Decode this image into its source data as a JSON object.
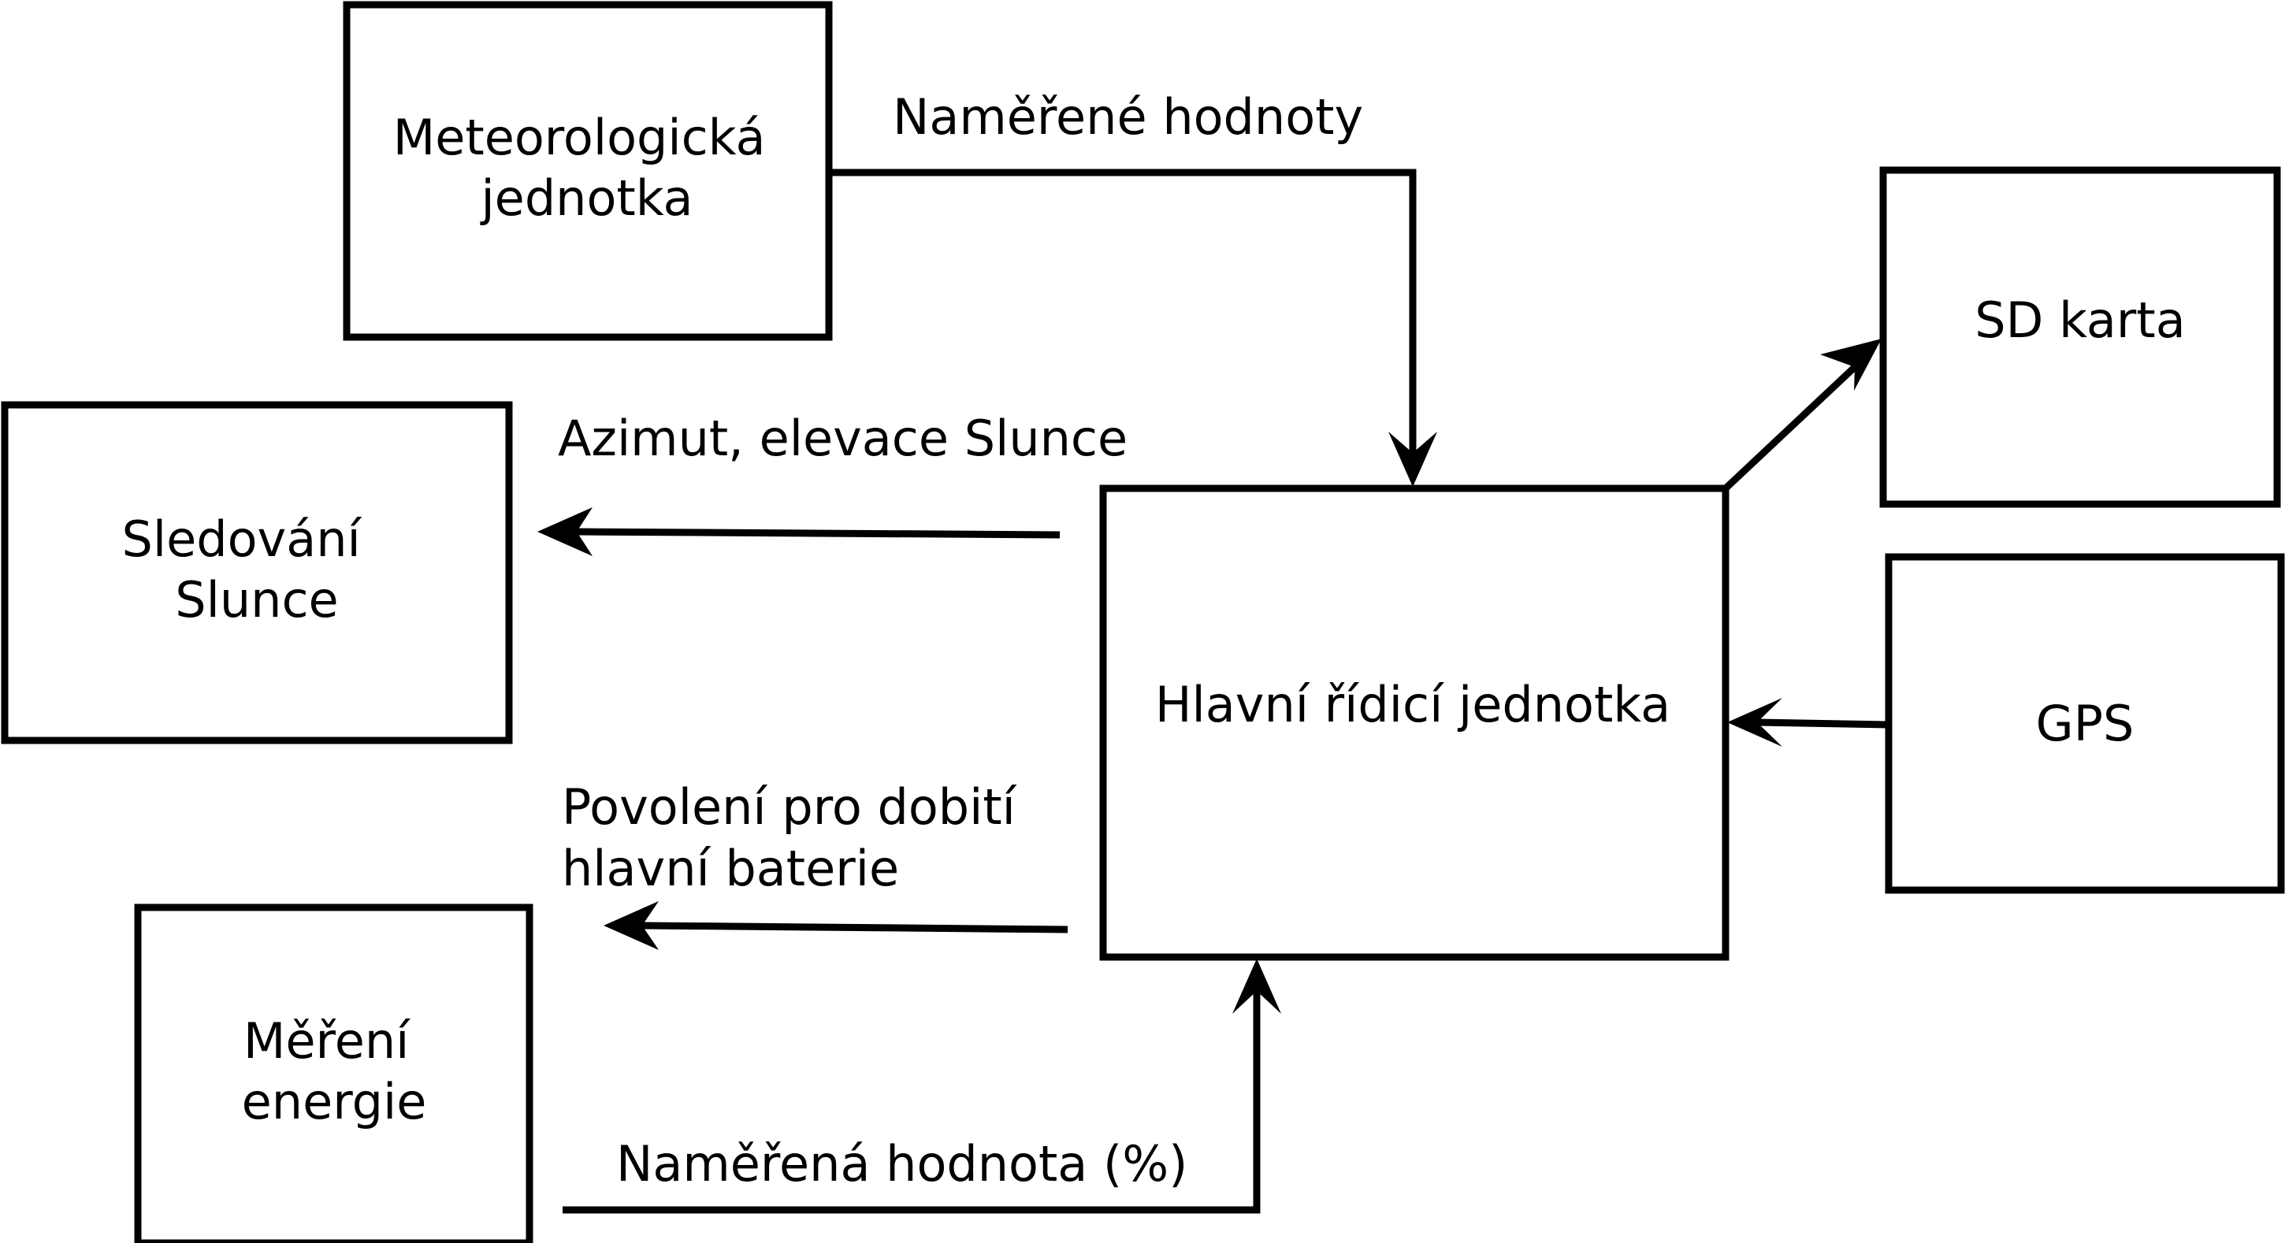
{
  "nodes": {
    "meteo": [
      "Meteorologická",
      "jednotka"
    ],
    "sledovani": [
      "Sledování",
      "Slunce"
    ],
    "mereni": [
      "Měření",
      "energie"
    ],
    "hlavni": [
      "Hlavní řídicí jednotka"
    ],
    "sd": [
      "SD karta"
    ],
    "gps": [
      "GPS"
    ]
  },
  "edges": {
    "namerene_hodnoty": [
      "Naměřené hodnoty"
    ],
    "azimut": [
      "Azimut, elevace Slunce"
    ],
    "povoleni": [
      "Povolení pro dobití",
      "hlavní baterie"
    ],
    "namerena_hodnota": [
      "Naměřená hodnota (%)"
    ]
  },
  "colors": {
    "stroke": "#000000",
    "background": "#ffffff"
  }
}
